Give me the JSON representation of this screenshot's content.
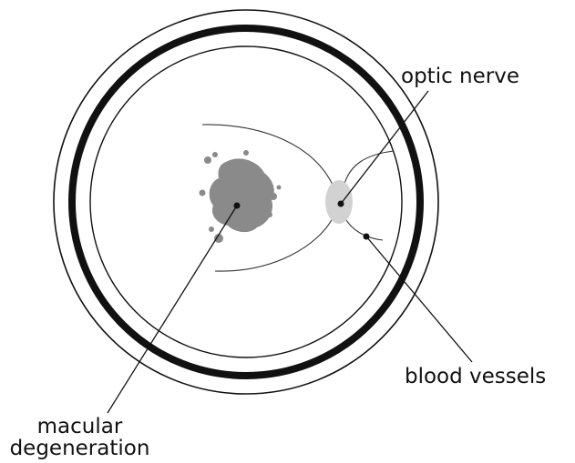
{
  "labels": {
    "optic_nerve": "optic nerve",
    "blood_vessels": "blood vessels",
    "macular_line1": "macular",
    "macular_line2": "degeneration"
  },
  "colors": {
    "ink": "#111111",
    "macula_spot": "#8a8a8a",
    "optic_disc": "#d2d2d2"
  }
}
